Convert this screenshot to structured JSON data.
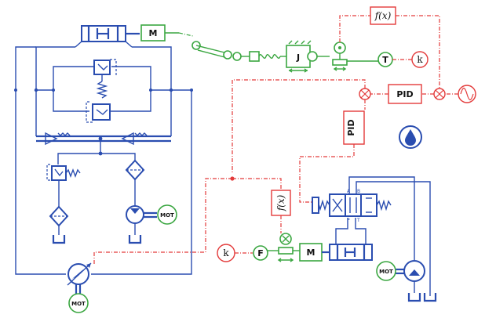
{
  "labels": {
    "motor_m_top": "M",
    "motor_m_bottom": "M",
    "inertia": "J",
    "torque_source": "T",
    "force_source": "F",
    "const_k_top": "k",
    "const_k_bottom": "k",
    "func_top": "f(x)",
    "func_bottom": "f(x)",
    "pid_horizontal": "PID",
    "pid_vertical": "PID",
    "mot_right": "MOT",
    "mot_bottom_left": "MOT",
    "mot_pump_right": "MOT",
    "port_a": "A",
    "port_b": "B",
    "port_p": "P",
    "port_t": "T"
  },
  "colors": {
    "hydraulic": "#2a4db0",
    "mechanical": "#3aa640",
    "signal": "#e33a3a"
  },
  "icons": [
    "tank-icon",
    "sine-source-icon",
    "drop-icon",
    "spring-icon",
    "check-valve-icon",
    "filter-icon",
    "pump-icon",
    "motor-icon",
    "sensor-icon",
    "summing-junction-icon"
  ]
}
